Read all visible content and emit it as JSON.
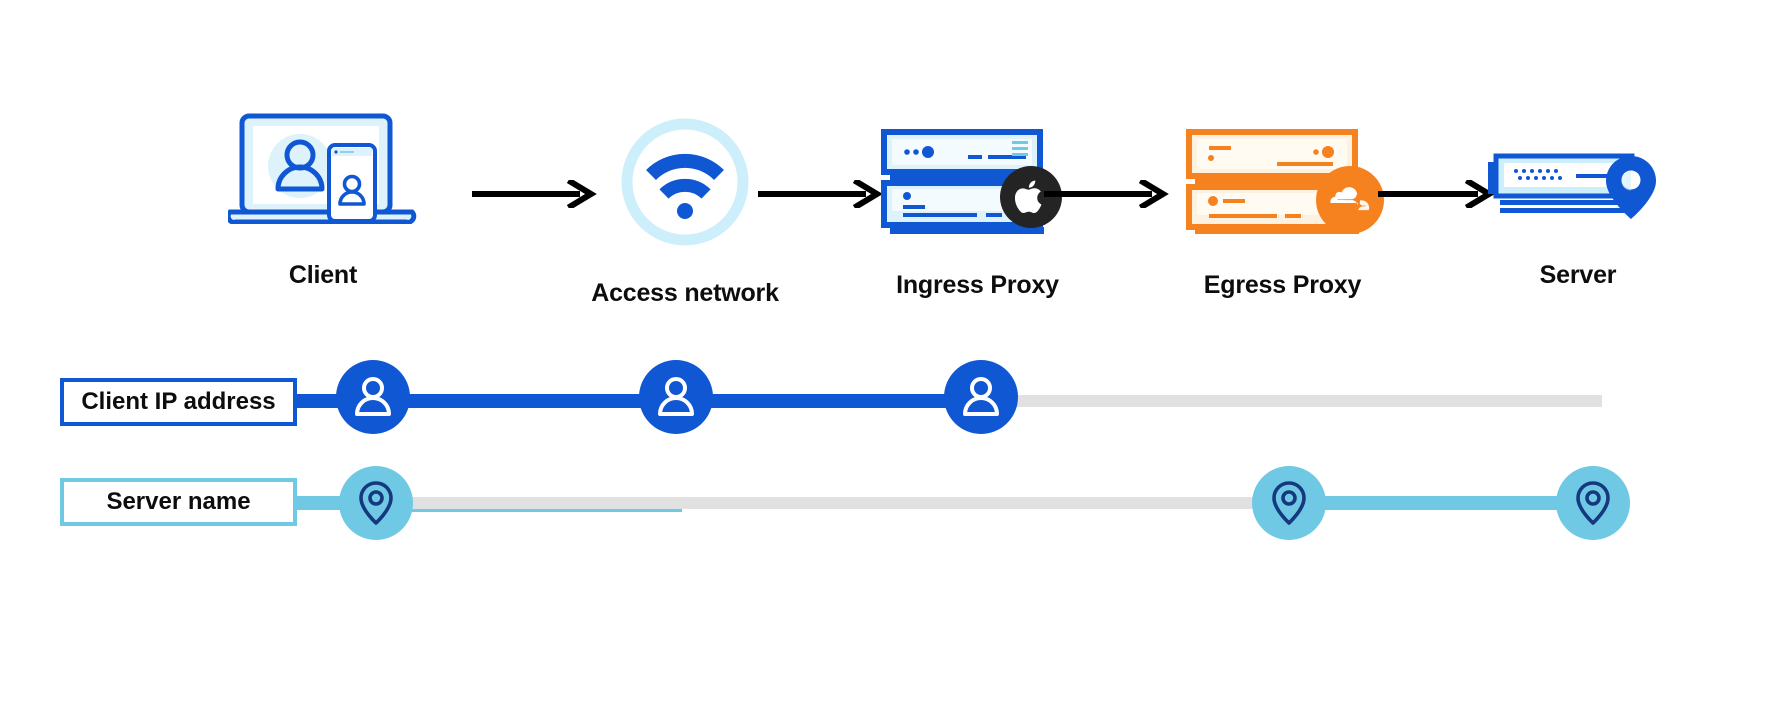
{
  "diagram": {
    "title": "Client IP address and Server name visibility across network path",
    "background": "#ffffff"
  },
  "colors": {
    "blue": "#1057d4",
    "blue_dark": "#0f56d3",
    "blue_deep": "#16387e",
    "light_blue": "#cdeefb",
    "light_blue_fill": "#ddf2fb",
    "cyan": "#6fc9e4",
    "cyan_line": "#6fc9e4",
    "orange": "#f6821f",
    "orange_light": "#fdf1e0",
    "grey": "#e1e1e1",
    "black": "#000000",
    "apple_black": "#242424",
    "white": "#ffffff"
  },
  "flow": {
    "nodes": [
      {
        "id": "client",
        "label": "Client",
        "icon": "laptop-phone-user-icon",
        "badge": null
      },
      {
        "id": "access-network",
        "label": "Access network",
        "icon": "wifi-circle-icon",
        "badge": null
      },
      {
        "id": "ingress-proxy",
        "label": "Ingress Proxy",
        "icon": "server-rack-blue-icon",
        "badge": "apple-logo-badge"
      },
      {
        "id": "egress-proxy",
        "label": "Egress Proxy",
        "icon": "server-rack-orange-icon",
        "badge": "cloudflare-logo-badge"
      },
      {
        "id": "server",
        "label": "Server",
        "icon": "server-pin-icon",
        "badge": null
      }
    ],
    "arrows": [
      {
        "id": "arrow-client-to-access",
        "from": "client",
        "to": "access-network"
      },
      {
        "id": "arrow-access-to-ingress",
        "from": "access-network",
        "to": "ingress-proxy"
      },
      {
        "id": "arrow-ingress-to-egress",
        "from": "ingress-proxy",
        "to": "egress-proxy"
      },
      {
        "id": "arrow-egress-to-server",
        "from": "egress-proxy",
        "to": "server"
      }
    ]
  },
  "tracks": [
    {
      "id": "client-ip-address",
      "label": "Client IP address",
      "box_border_color": "#1057d4",
      "marker_icon": "person-icon",
      "marker_color": "#1057d4",
      "active_line_color": "#1057d4",
      "inactive_line_color": "#e1e1e1",
      "markers_at": [
        "client",
        "access-network",
        "ingress-proxy"
      ],
      "visible_through": "Ingress Proxy",
      "hidden_after": "Egress Proxy"
    },
    {
      "id": "server-name",
      "label": "Server name",
      "box_border_color": "#6fc9e4",
      "marker_icon": "map-pin-icon",
      "marker_color": "#6fc9e4",
      "active_line_color": "#6fc9e4",
      "inactive_line_color": "#e1e1e1",
      "markers_at": [
        "client",
        "egress-proxy",
        "server"
      ],
      "visible_at_client": true,
      "hidden_through": "Ingress Proxy",
      "visible_from": "Egress Proxy"
    }
  ]
}
